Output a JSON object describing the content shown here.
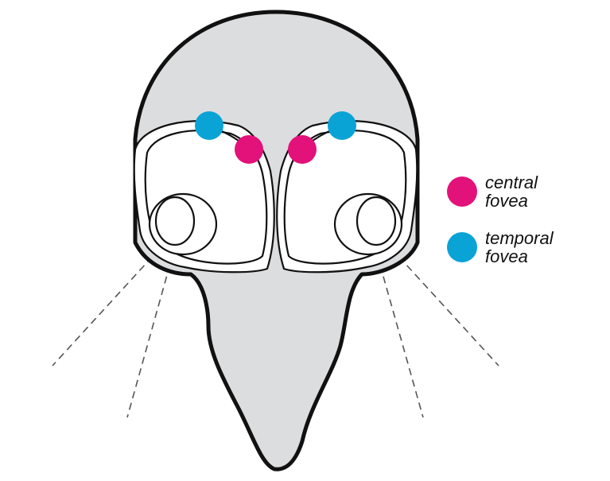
{
  "colors": {
    "head_fill": "#dcdddf",
    "outline": "#111111",
    "eye_fill": "#ffffff",
    "central_fovea": "#e2127a",
    "temporal_fovea": "#0aa3d6",
    "sight_line": "#555555"
  },
  "legend": {
    "central": {
      "line1": "central",
      "line2": "fovea",
      "icon": "magenta-dot"
    },
    "temporal": {
      "line1": "temporal",
      "line2": "fovea",
      "icon": "cyan-dot"
    }
  }
}
